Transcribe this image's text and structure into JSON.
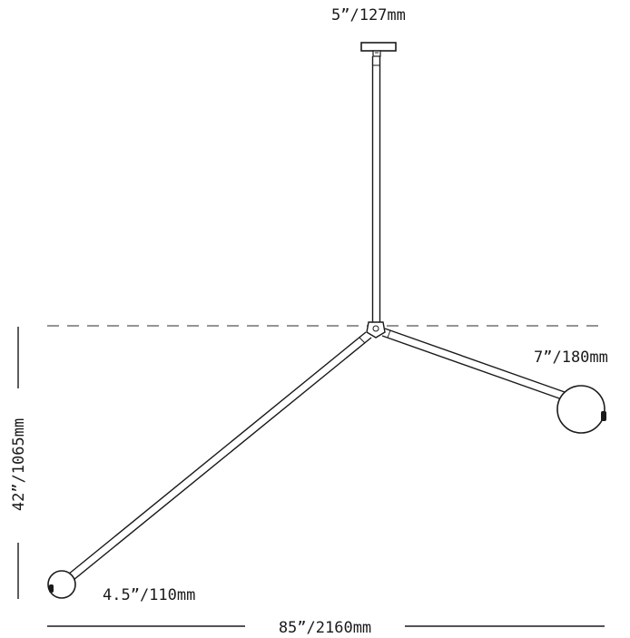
{
  "dimensions": {
    "canopy_width": "5”/127mm",
    "large_globe": "7”/180mm",
    "small_globe": "4.5”/110mm",
    "drop_height": "42”/1065mm",
    "total_width": "85”/2160mm"
  },
  "colors": {
    "line": "#1a1a1a",
    "dashed": "#555555"
  }
}
